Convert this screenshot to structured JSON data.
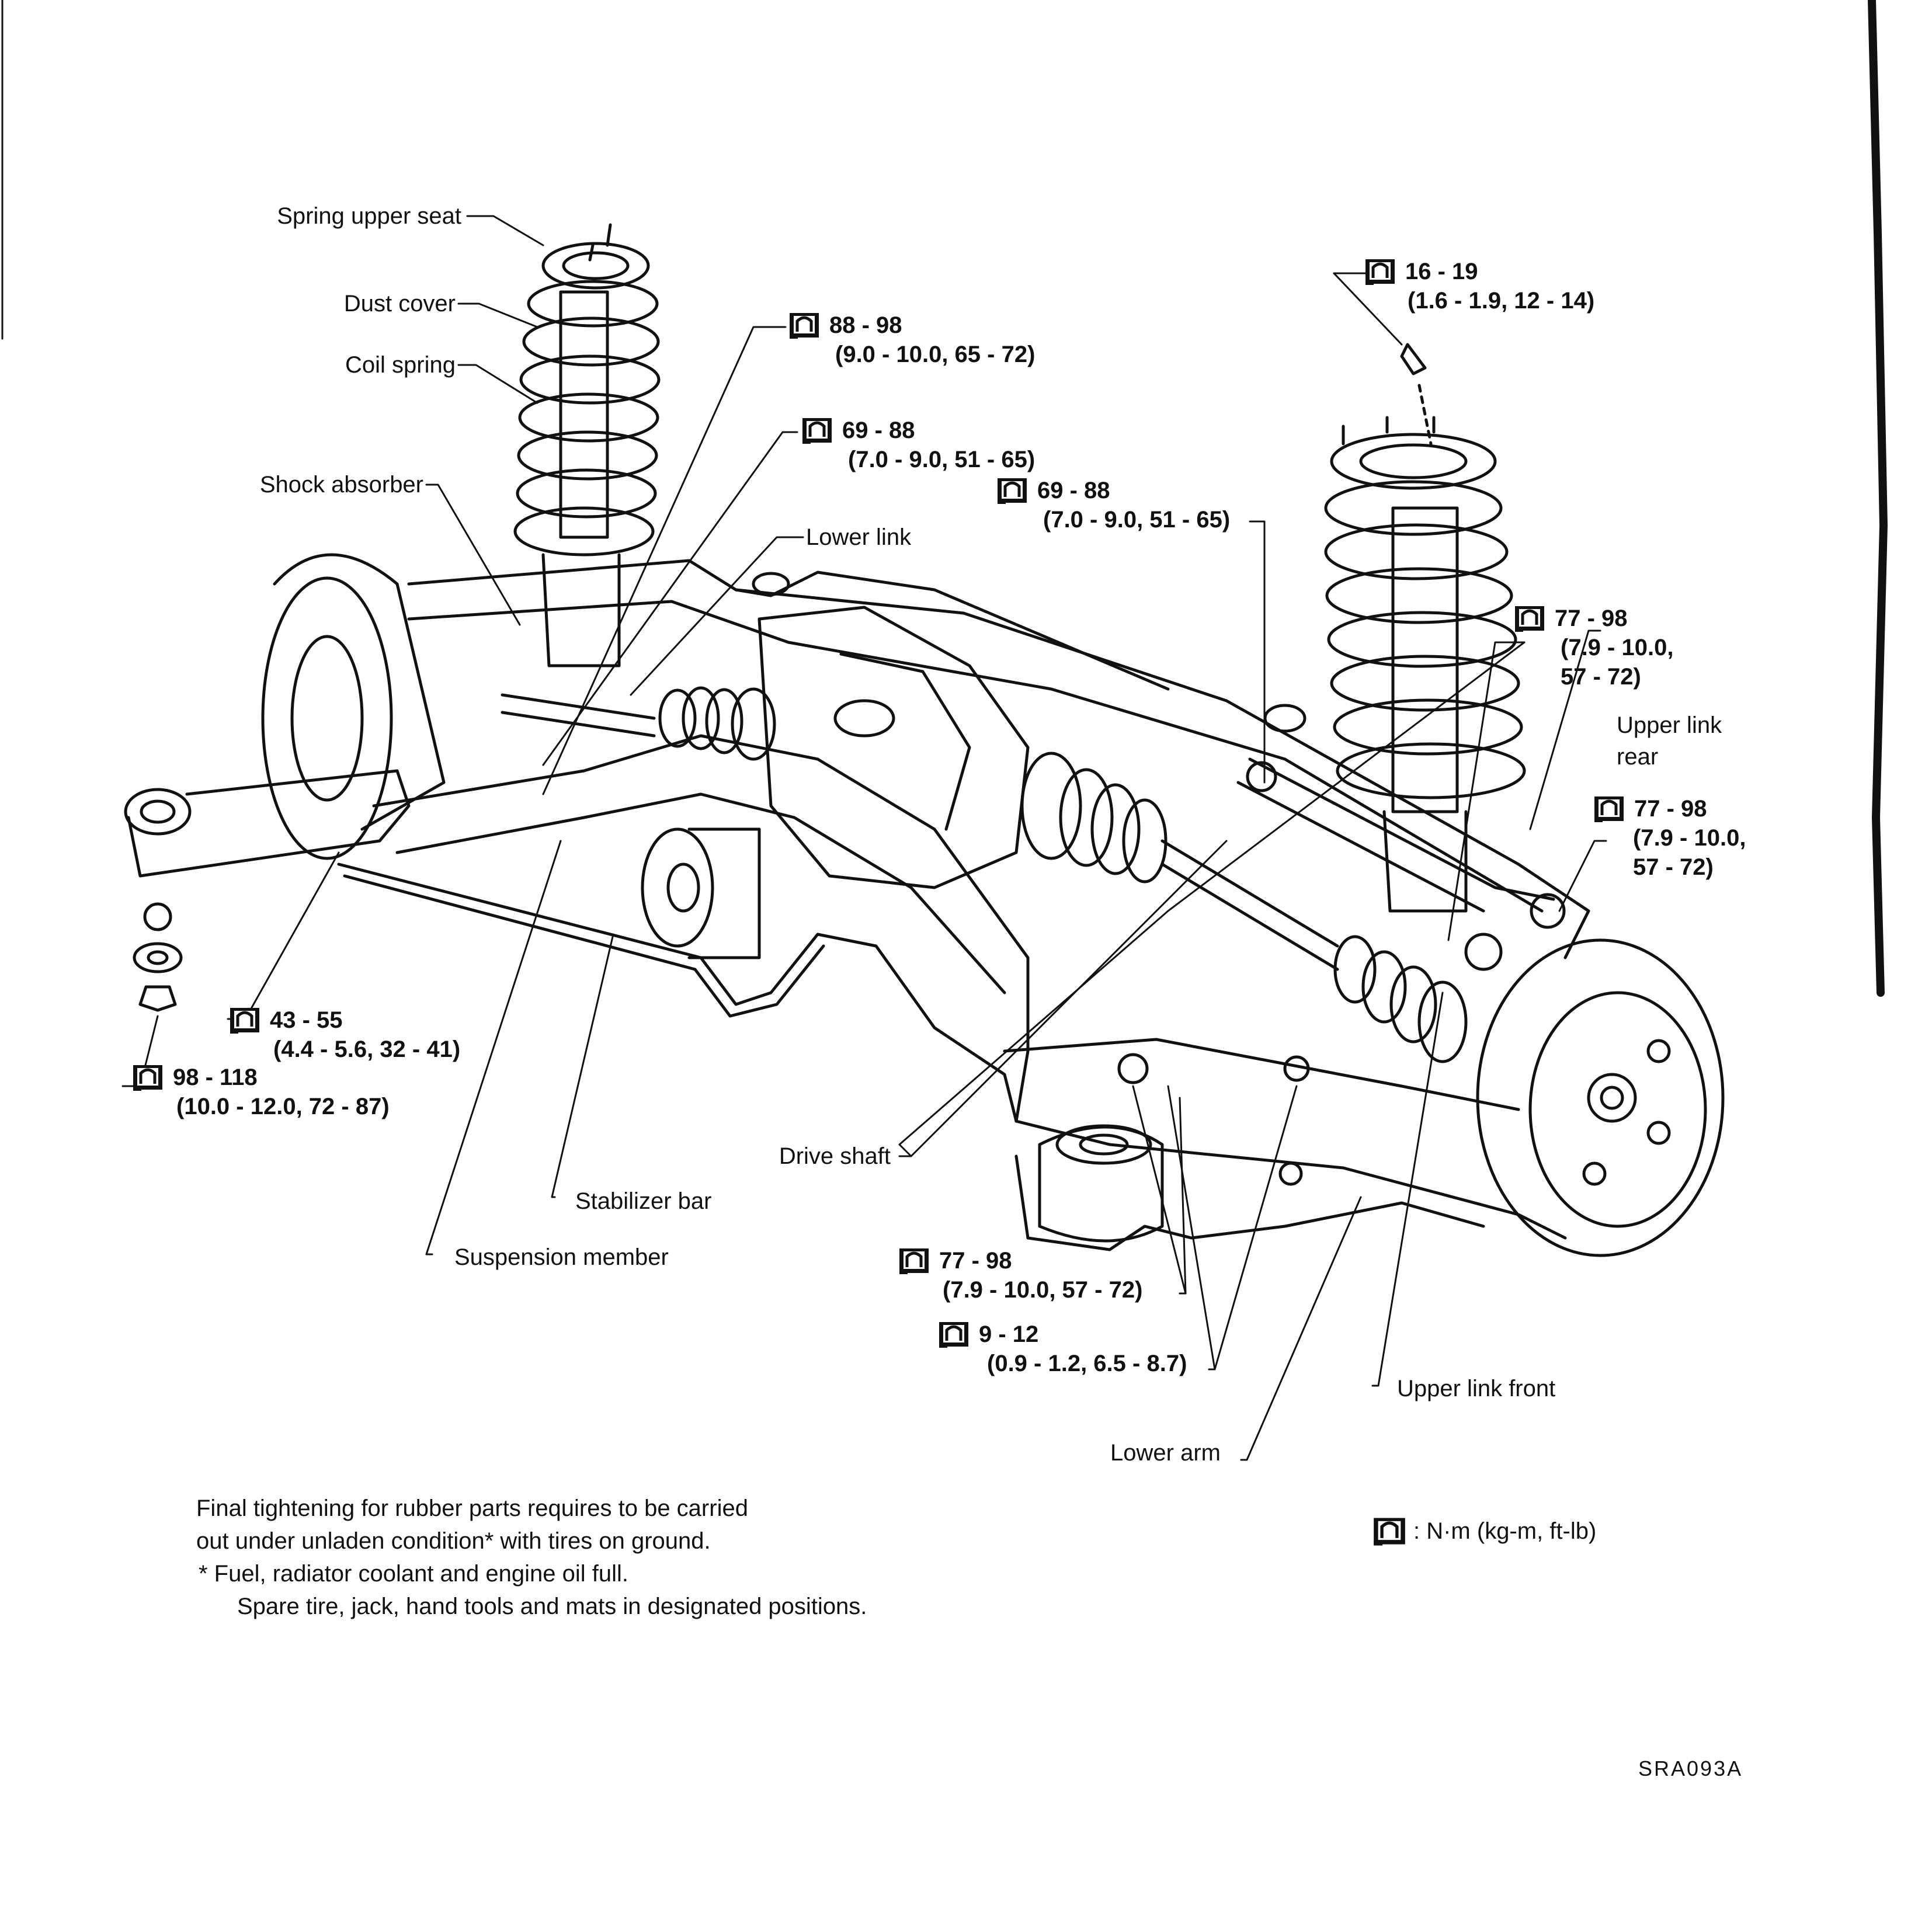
{
  "labels": {
    "spring_upper_seat": "Spring upper seat",
    "dust_cover": "Dust cover",
    "coil_spring": "Coil spring",
    "shock_absorber": "Shock absorber",
    "lower_link": "Lower link",
    "upper_link_rear_1": "Upper link",
    "upper_link_rear_2": "rear",
    "drive_shaft": "Drive shaft",
    "stabilizer_bar": "Stabilizer bar",
    "suspension_member": "Suspension member",
    "upper_link_front": "Upper link front",
    "lower_arm": "Lower arm"
  },
  "torques": {
    "t1": {
      "range": "88 - 98",
      "sub": "(9.0 - 10.0, 65 - 72)"
    },
    "t2": {
      "range": "69 - 88",
      "sub": "(7.0 - 9.0, 51 - 65)"
    },
    "t3": {
      "range": "69 - 88",
      "sub": "(7.0 - 9.0, 51 - 65)"
    },
    "t4": {
      "range": "16 - 19",
      "sub": "(1.6 - 1.9, 12 - 14)"
    },
    "t5": {
      "range": "77 - 98",
      "sub1": "(7.9 - 10.0,",
      "sub2": "57 - 72)"
    },
    "t6": {
      "range": "77 - 98",
      "sub1": "(7.9 - 10.0,",
      "sub2": "57 - 72)"
    },
    "t7": {
      "range": "43 - 55",
      "sub": "(4.4 - 5.6, 32 - 41)"
    },
    "t8": {
      "range": "98 - 118",
      "sub": "(10.0 - 12.0, 72 - 87)"
    },
    "t9": {
      "range": "77 - 98",
      "sub": "(7.9 - 10.0, 57 - 72)"
    },
    "t10": {
      "range": "9 - 12",
      "sub": "(0.9 - 1.2, 6.5 - 8.7)"
    }
  },
  "notes": {
    "line1": "Final tightening for rubber parts requires to be carried",
    "line2": "out under unladen condition* with tires on ground.",
    "line3": "* Fuel, radiator coolant and engine oil full.",
    "line4": "Spare tire, jack, hand tools and mats in designated positions."
  },
  "legend": {
    "text": ": N·m (kg-m, ft-lb)"
  },
  "figure_code": "SRA093A",
  "colors": {
    "ink": "#111111",
    "paper": "#ffffff"
  }
}
